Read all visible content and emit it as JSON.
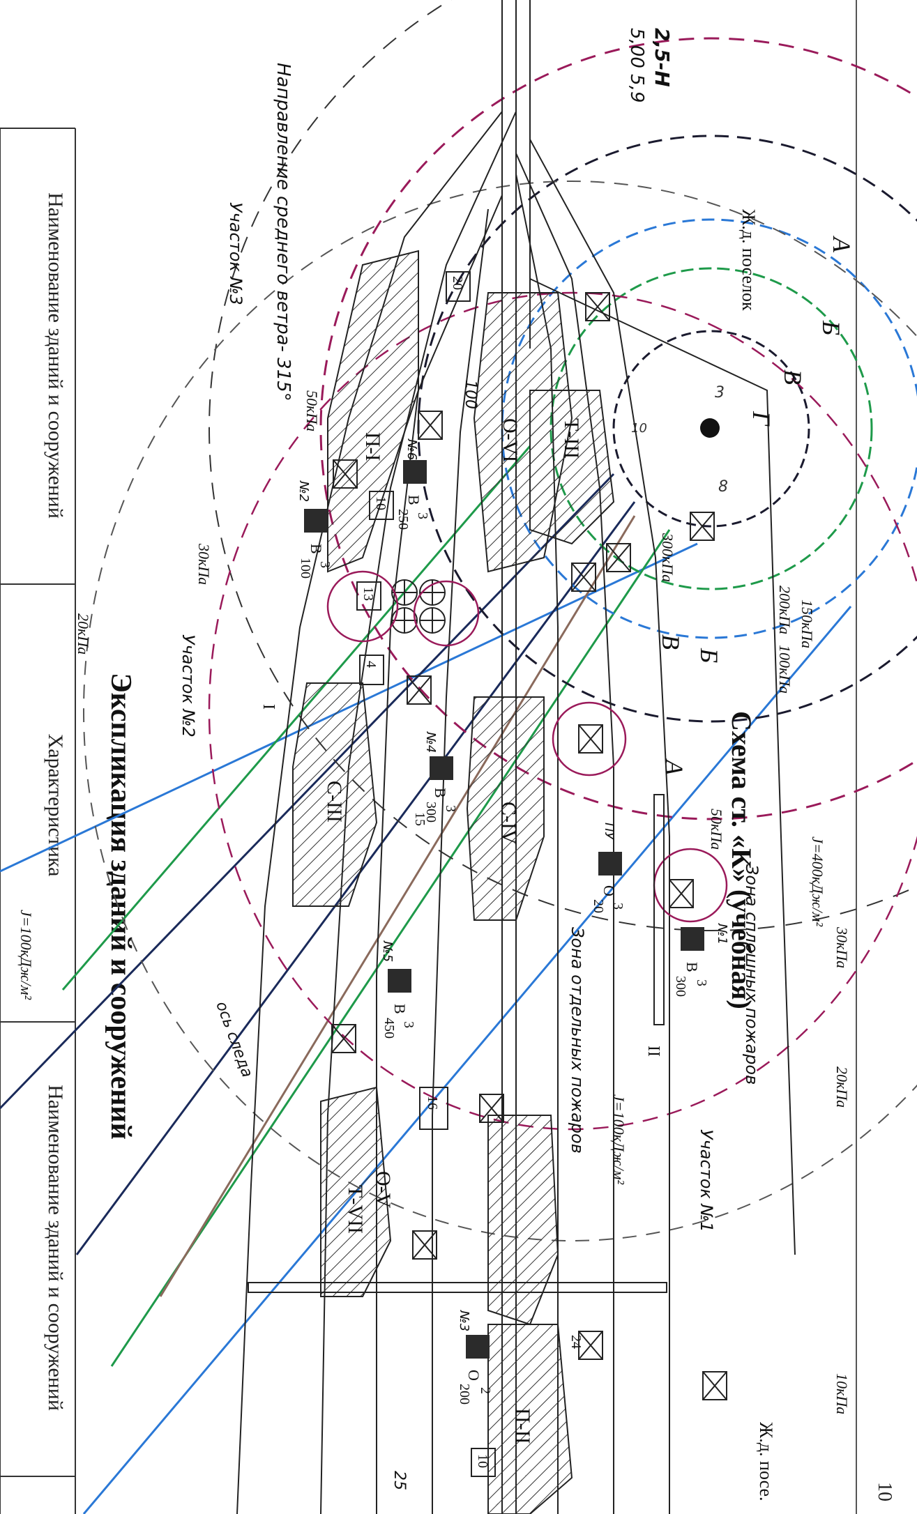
{
  "title": "Схема ст. «К» (учебная)",
  "table_header": {
    "col1": "Наименование зданий и сооружений",
    "col2": "Характеристика",
    "col3": "Наименование зданий и сооружений"
  },
  "explication_title": "Экспликация зданий и сооружений",
  "settlement_top": "Ж.д. поселок",
  "settlement_bottom": "Ж.д. посе.",
  "wind_label": "Направление среднего ветра- 315°",
  "sections": {
    "s1": "Участок №1",
    "s2": "Участок №2",
    "s3": "Участок №3"
  },
  "zones": {
    "continuous": "Зона сплошных пожаров",
    "separate": "Зона отдельных пожаров"
  },
  "pressure_labels": {
    "p10": "10кПа",
    "p20": "20кПа",
    "p20b": "20кПа",
    "p30": "30кПа",
    "p30b": "30кПа",
    "p50": "50кПа",
    "p50b": "50кПа",
    "p100": "100кПа",
    "p150": "150кПа",
    "p200": "200кПа",
    "p300": "300кПа"
  },
  "radiation": {
    "j400": "J=400кДж/м²",
    "j100a": "J=100кДж/м²",
    "j100b": "J=100кДж/м²"
  },
  "zone_letters": {
    "a1": "А",
    "b1": "Б",
    "v1": "В",
    "g1": "Г",
    "a2": "А",
    "b2": "Б",
    "v2": "В"
  },
  "yield_params": {
    "line1": "2,5-Н",
    "line2": "5,00 5,9"
  },
  "park_labels": {
    "p1": "П-I",
    "p2": "П-II",
    "o1": "О-VI",
    "o2": "О-V",
    "t1": "Т-III",
    "t2": "Т-VII",
    "c1": "С-III",
    "c2": "С-IV"
  },
  "shelters": [
    {
      "id": "№1",
      "type": "В",
      "num": "3",
      "cap": "300"
    },
    {
      "id": "№2",
      "type": "В",
      "num": "3",
      "cap": "100"
    },
    {
      "id": "№3",
      "type": "О",
      "num": "2",
      "cap": "200"
    },
    {
      "id": "№4",
      "type": "В",
      "num": "3",
      "cap": "300"
    },
    {
      "id": "№5",
      "type": "В",
      "num": "3",
      "cap": "450"
    },
    {
      "id": "№6",
      "type": "В",
      "num": "3",
      "cap": "250"
    },
    {
      "id": "ПУ",
      "type": "О",
      "num": "3",
      "cap": "20"
    }
  ],
  "buildings": [
    "20",
    "10",
    "13",
    "16",
    "15",
    "4",
    "24",
    "10"
  ],
  "misc": {
    "axis_note": "ось следа",
    "roman2": "II",
    "roman1": "I",
    "page_num": "10",
    "km100": "100",
    "km25": "25",
    "ground_zero_3": "3",
    "ground_zero_8": "8",
    "ground_zero_10": "10"
  }
}
